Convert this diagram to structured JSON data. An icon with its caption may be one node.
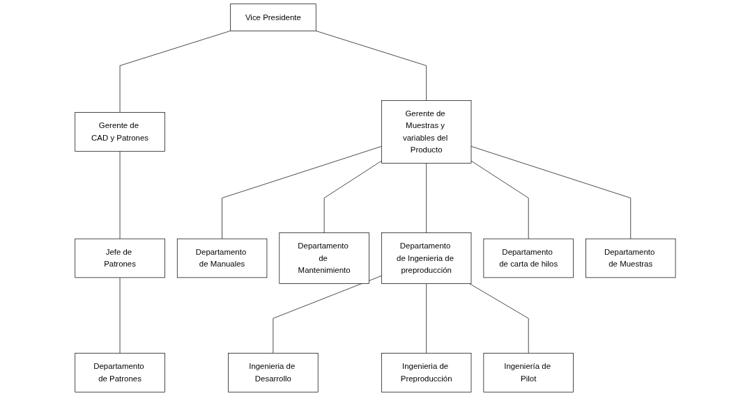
{
  "diagram": {
    "nodes": [
      {
        "text": [
          "Vice Presidente"
        ]
      },
      {
        "text": [
          "Gerente de CAD y Patrones"
        ]
      },
      {
        "text": [
          "Gerente de Muestras y variables del Producto"
        ]
      },
      {
        "text": [
          "Jefe de Patrones"
        ]
      },
      {
        "text": [
          "Departamento de Manuales"
        ]
      },
      {
        "text": [
          "Departamento de Mantenimiento"
        ]
      },
      {
        "text": [
          "Departamento de Ingenieria de preproducción"
        ]
      },
      {
        "text": [
          "Departamento de carta de hilos"
        ]
      },
      {
        "text": [
          "Departamento de Muestras"
        ]
      },
      {
        "text": [
          "Departamento de Patrones"
        ]
      },
      {
        "text": [
          "Ingenieria de Desarrollo"
        ]
      },
      {
        "text": [
          "Ingenieria de Preproducción"
        ]
      },
      {
        "text": [
          "Ingeniería de Pilot"
        ]
      }
    ],
    "edges": [
      {
        "from": 0,
        "to": 1,
        "arrow": "none"
      },
      {
        "from": 0,
        "to": 2,
        "arrow": "none"
      },
      {
        "from": 1,
        "to": 3,
        "arrow": "none"
      },
      {
        "from": 3,
        "to": 9,
        "arrow": "none"
      },
      {
        "from": 2,
        "to": 4,
        "arrow": "none"
      },
      {
        "from": 2,
        "to": 5,
        "arrow": "none"
      },
      {
        "from": 2,
        "to": 6,
        "arrow": "none"
      },
      {
        "from": 2,
        "to": 7,
        "arrow": "none"
      },
      {
        "from": 2,
        "to": 8,
        "arrow": "none"
      },
      {
        "from": 6,
        "to": 10,
        "arrow": "none"
      },
      {
        "from": 6,
        "to": 11,
        "arrow": "none"
      },
      {
        "from": 6,
        "to": 12,
        "arrow": "none"
      }
    ]
  }
}
